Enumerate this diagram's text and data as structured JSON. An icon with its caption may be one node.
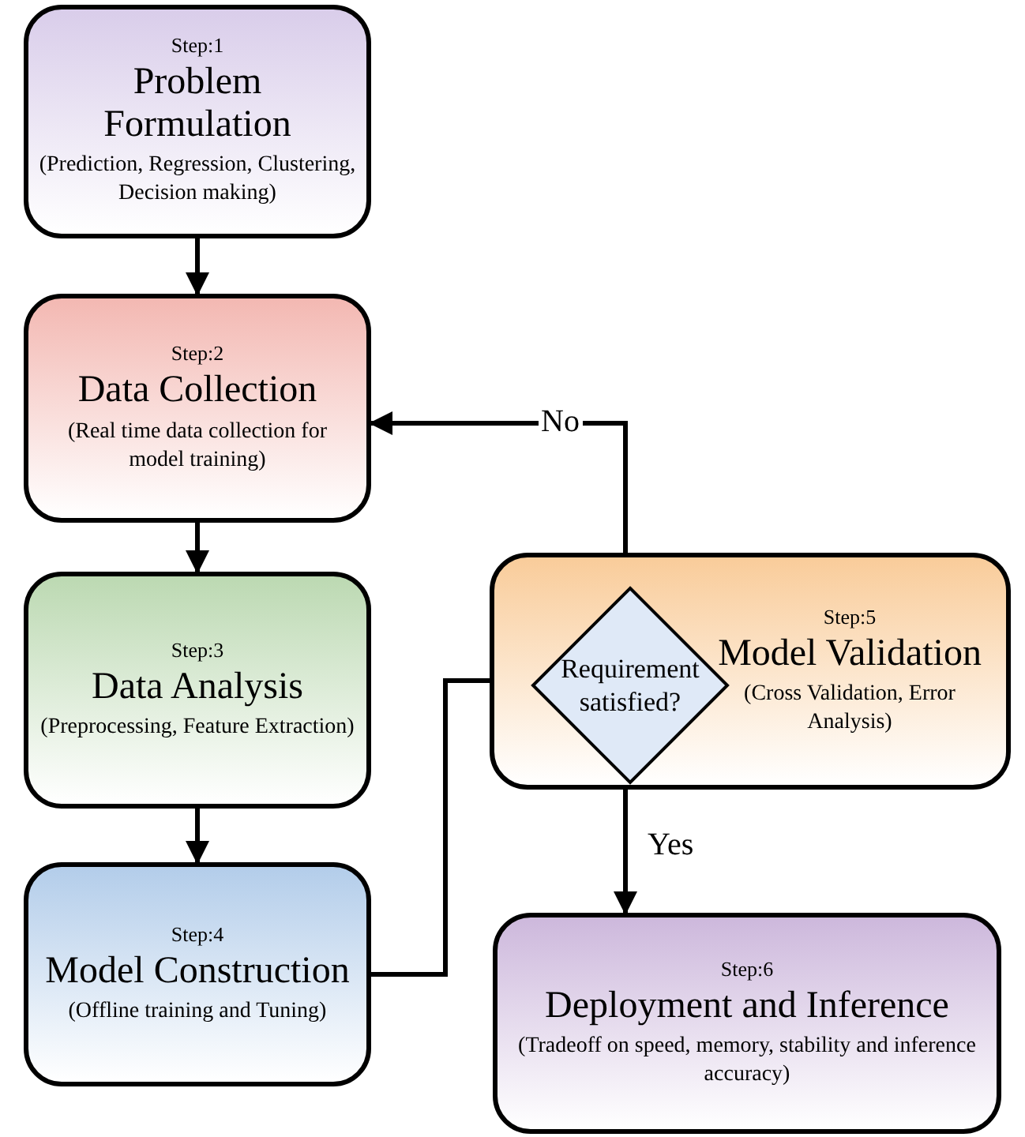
{
  "diagram": {
    "nodes": [
      {
        "text": [
          "Step:1",
          "Problem Formulation",
          "(Prediction, Regression, Clustering, Decision making)"
        ]
      },
      {
        "text": [
          "Step:2",
          "Data Collection",
          "(Real time data collection for model training)"
        ]
      },
      {
        "text": [
          "Step:3",
          "Data Analysis",
          "(Preprocessing, Feature Extraction)"
        ]
      },
      {
        "text": [
          "Step:4",
          "Model Construction",
          "(Offline training and Tuning)"
        ]
      },
      {
        "text": [
          "Step:5",
          "Model Validation",
          "(Cross Validation, Error Analysis)"
        ]
      },
      {
        "text": [
          "Requirement satisfied?"
        ],
        "in": 4
      },
      {
        "text": [
          "Step:6",
          "Deployment and Inference",
          "(Tradeoff on speed, memory, stability and inference accuracy)"
        ]
      }
    ],
    "edges": [
      {
        "from": 0,
        "to": 1,
        "arrow": "to"
      },
      {
        "from": 1,
        "to": 2,
        "arrow": "to"
      },
      {
        "from": 2,
        "to": 3,
        "arrow": "to"
      },
      {
        "from": 3,
        "to": 5,
        "arrow": "to"
      },
      {
        "from": 5,
        "to": 1,
        "arrow": "to",
        "label": "No"
      },
      {
        "from": 5,
        "to": 6,
        "arrow": "to",
        "label": "Yes"
      }
    ]
  }
}
